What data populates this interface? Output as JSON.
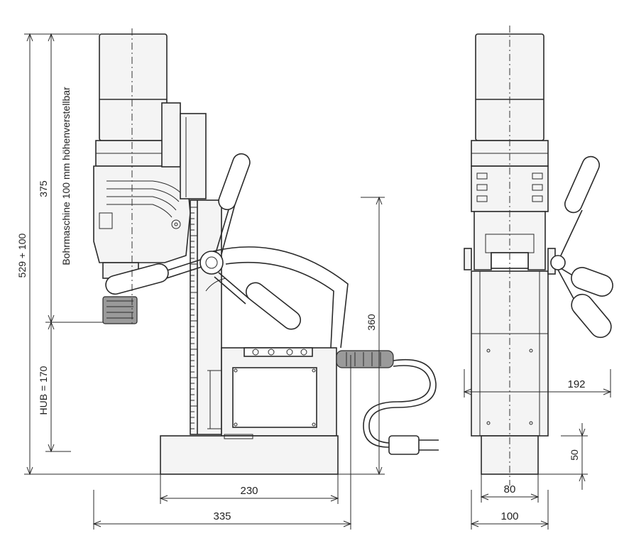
{
  "dimensions": {
    "total_height": "529 + 100",
    "upper_height": "375",
    "stroke": "HUB = 170",
    "column_height": "360",
    "base_length": "230",
    "overall_length": "335",
    "side_width": "192",
    "foot_height": "50",
    "foot_width_inner": "80",
    "foot_width_outer": "100"
  },
  "annotations": {
    "line1": "Bohrmaschine 100 mm höhenverstellbar"
  }
}
